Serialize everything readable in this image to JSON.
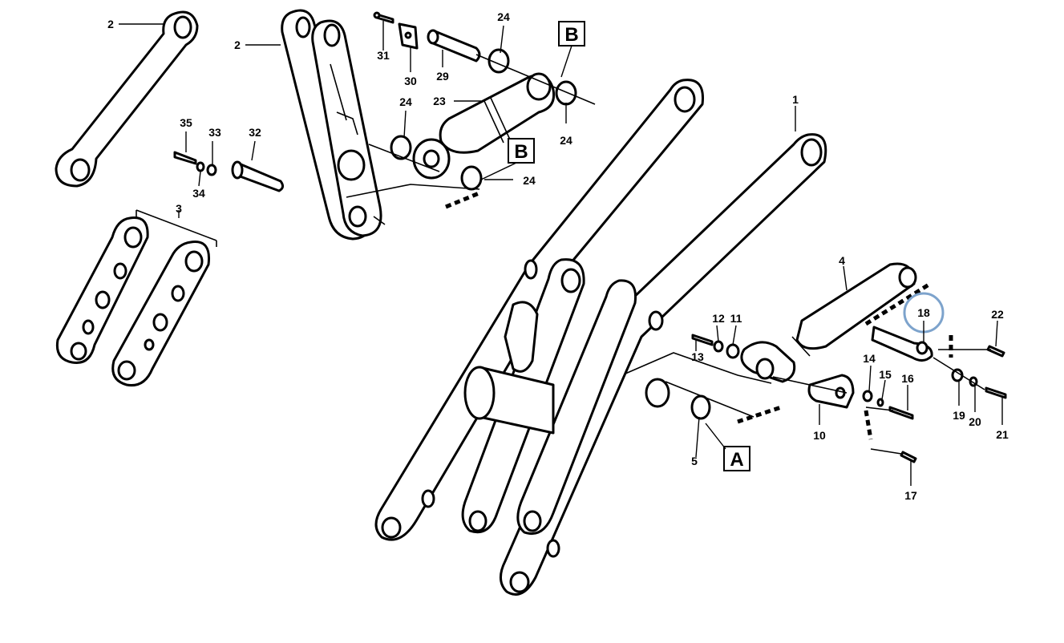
{
  "highlight_color": "#7da3cc",
  "parts": {
    "p1": "1",
    "p2a": "2",
    "p2b": "2",
    "p3": "3",
    "p4": "4",
    "p5": "5",
    "p10": "10",
    "p11": "11",
    "p12": "12",
    "p13": "13",
    "p14": "14",
    "p15": "15",
    "p16": "16",
    "p17": "17",
    "p18": "18",
    "p19": "19",
    "p20": "20",
    "p21": "21",
    "p22": "22",
    "p23": "23",
    "p24a": "24",
    "p24b": "24",
    "p24c": "24",
    "p24d": "24",
    "p29": "29",
    "p30": "30",
    "p31": "31",
    "p32": "32",
    "p33": "33",
    "p34": "34",
    "p35": "35"
  },
  "callouts": {
    "a": "A",
    "b1": "B",
    "b2": "B"
  }
}
